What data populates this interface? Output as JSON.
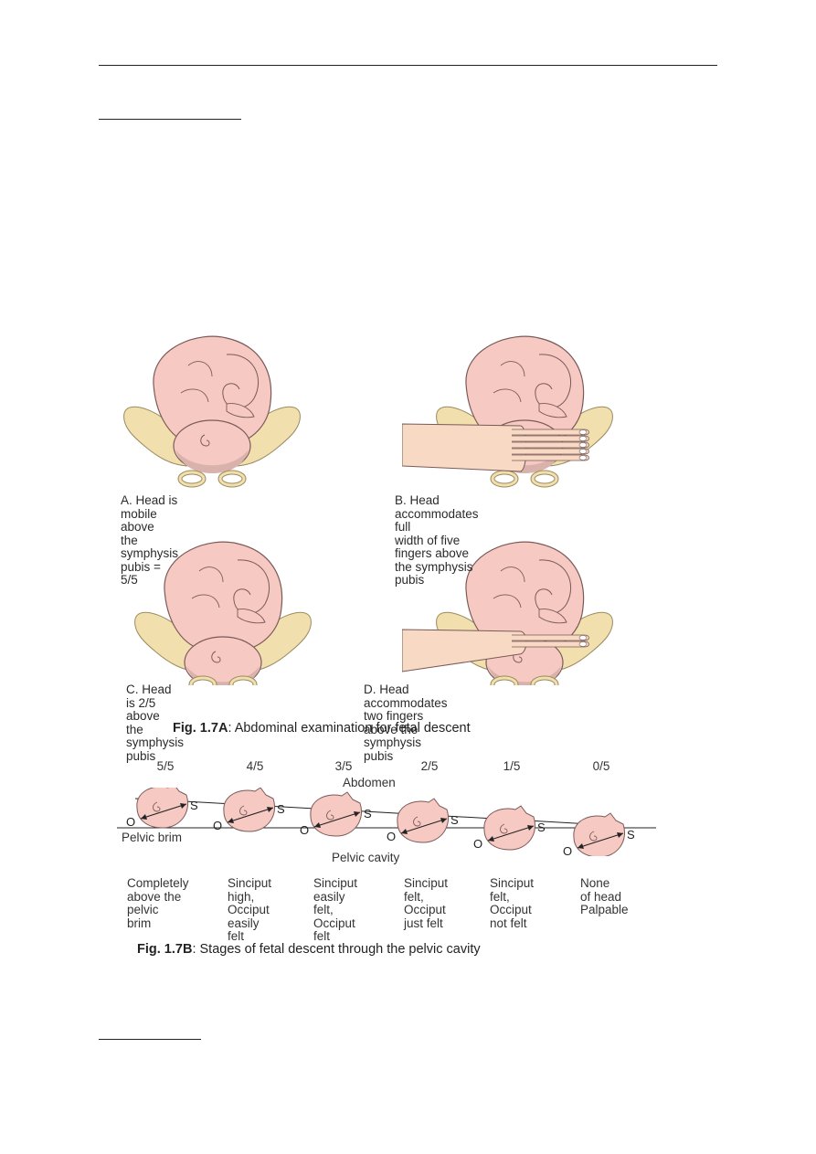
{
  "page": {
    "figA": {
      "panels": [
        {
          "id": "A",
          "caption": "A. Head is mobile above\n    the symphysis pubis = 5/5",
          "hand": false
        },
        {
          "id": "B",
          "caption": "B. Head accommodates full\n    width of five fingers above\n    the symphysis pubis",
          "hand": true
        },
        {
          "id": "C",
          "caption": "C. Head is 2/5 above\n    the symphysis pubis",
          "hand": false
        },
        {
          "id": "D",
          "caption": "D. Head accommodates two fingers\n    above the symphysis pubis",
          "hand": true
        }
      ],
      "caption_label": "Fig. 1.7A",
      "caption_text": ": Abdominal examination for fetal descent"
    },
    "figB": {
      "fractions": [
        "5/5",
        "4/5",
        "3/5",
        "2/5",
        "1/5",
        "0/5"
      ],
      "abdomen_label": "Abdomen",
      "brim_label": "Pelvic brim",
      "cavity_label": "Pelvic cavity",
      "occiput_letter": "O",
      "sinciput_letter": "S",
      "descriptions": [
        "Completely\nabove the\npelvic\nbrim",
        "Sinciput\nhigh,\nOcciput\neasily felt",
        "Sinciput\neasily felt,\nOcciput\nfelt",
        "Sinciput\nfelt,\nOcciput\njust felt",
        "Sinciput\nfelt,\nOcciput\nnot felt",
        "None\nof head\nPalpable"
      ],
      "caption_label": "Fig. 1.7B",
      "caption_text": ": Stages of fetal descent through the pelvic cavity"
    },
    "colors": {
      "fetus_skin": "#f6c9c3",
      "fetus_outline": "#7a5a58",
      "head_shade": "#d9b2ac",
      "pelvis_bone": "#f2dfae",
      "pelvis_outline": "#9a8a60",
      "hand_skin": "#f7d9c4",
      "ink": "#222222"
    }
  }
}
